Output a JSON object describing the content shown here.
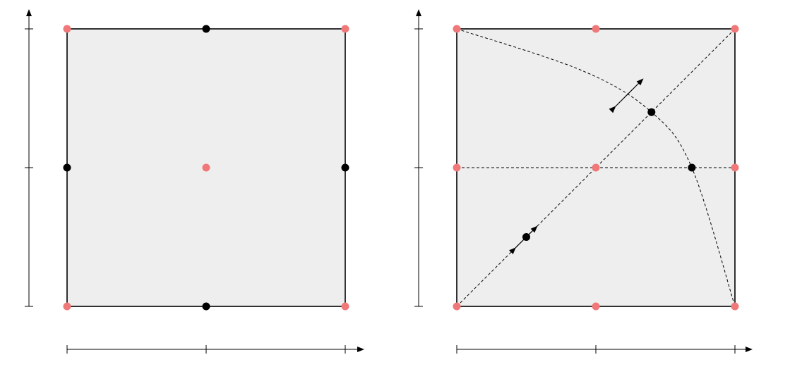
{
  "colors": {
    "background": "#ffffff",
    "panel_fill": "#eeeeee",
    "frame_stroke": "#000000",
    "corner_node": "#f07878",
    "interior_node": "#000000",
    "guide_line": "#000000"
  },
  "panels": [
    {
      "name": "panel-regular",
      "nodes": [
        {
          "u": 0.0,
          "v": 0.0,
          "kind": "corner"
        },
        {
          "u": 0.5,
          "v": 0.0,
          "kind": "interior"
        },
        {
          "u": 1.0,
          "v": 0.0,
          "kind": "corner"
        },
        {
          "u": 0.0,
          "v": 0.5,
          "kind": "interior"
        },
        {
          "u": 0.5,
          "v": 0.5,
          "kind": "corner"
        },
        {
          "u": 1.0,
          "v": 0.5,
          "kind": "interior"
        },
        {
          "u": 0.0,
          "v": 1.0,
          "kind": "corner"
        },
        {
          "u": 0.5,
          "v": 1.0,
          "kind": "interior"
        },
        {
          "u": 1.0,
          "v": 1.0,
          "kind": "corner"
        }
      ],
      "y_ticks": [
        0.0,
        0.5,
        1.0
      ],
      "x_ticks": [
        0.0,
        0.5,
        1.0
      ]
    },
    {
      "name": "panel-moved",
      "nodes": [
        {
          "u": 0.0,
          "v": 0.0,
          "kind": "corner"
        },
        {
          "u": 0.5,
          "v": 0.0,
          "kind": "corner"
        },
        {
          "u": 1.0,
          "v": 0.0,
          "kind": "corner"
        },
        {
          "u": 0.0,
          "v": 0.5,
          "kind": "corner"
        },
        {
          "u": 0.5,
          "v": 0.5,
          "kind": "corner"
        },
        {
          "u": 1.0,
          "v": 0.5,
          "kind": "corner"
        },
        {
          "u": 0.0,
          "v": 1.0,
          "kind": "corner"
        },
        {
          "u": 0.5,
          "v": 1.0,
          "kind": "corner"
        },
        {
          "u": 1.0,
          "v": 1.0,
          "kind": "corner"
        },
        {
          "u": 0.7,
          "v": 0.3,
          "kind": "interior"
        },
        {
          "u": 0.845,
          "v": 0.5,
          "kind": "interior"
        },
        {
          "u": 0.25,
          "v": 0.75,
          "kind": "interior"
        }
      ],
      "dashed_lines": [
        {
          "from": [
            0.0,
            0.5
          ],
          "to": [
            1.0,
            0.5
          ]
        },
        {
          "from": [
            0.0,
            1.0
          ],
          "to": [
            1.0,
            0.0
          ]
        }
      ],
      "dashed_curve": {
        "points": [
          [
            0.0,
            0.0
          ],
          [
            0.45,
            0.15
          ],
          [
            0.7,
            0.3
          ],
          [
            0.845,
            0.5
          ],
          [
            1.0,
            1.0
          ]
        ]
      },
      "arrows": [
        {
          "center": [
            0.62,
            0.23
          ],
          "dir": [
            1.0,
            -1.0
          ],
          "half": 0.07
        },
        {
          "center": [
            0.25,
            0.75
          ],
          "dir": [
            1.0,
            -1.0
          ],
          "half": 0.055
        }
      ],
      "y_ticks": [
        0.0,
        0.5,
        1.0
      ],
      "x_ticks": [
        0.0,
        0.5,
        1.0
      ]
    }
  ]
}
